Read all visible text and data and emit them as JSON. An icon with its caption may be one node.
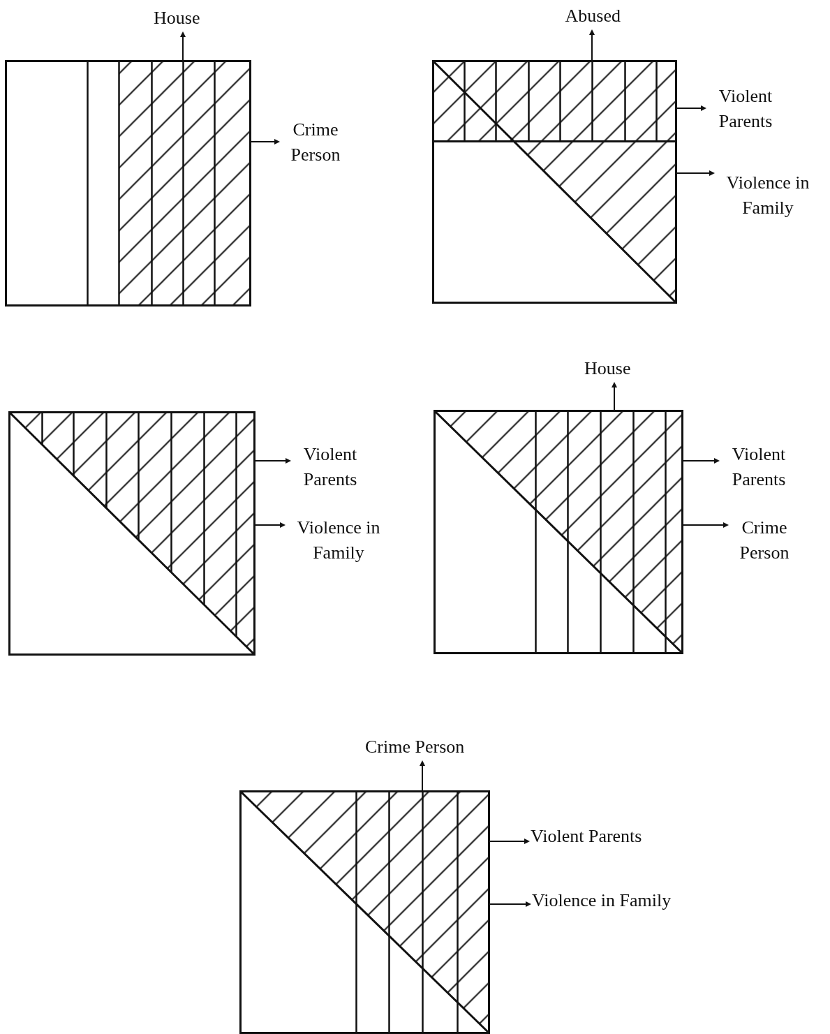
{
  "diagram": {
    "nodes": [
      {
        "text": [],
        "shape": "box"
      },
      {
        "text": [
          "House"
        ]
      },
      {
        "text": [
          "Crime Person"
        ]
      },
      {
        "text": [],
        "shape": "box"
      },
      {
        "text": [
          "Abused"
        ]
      },
      {
        "text": [
          "Violent Parents"
        ]
      },
      {
        "text": [
          "Violence in Family"
        ]
      },
      {
        "text": [],
        "shape": "box"
      },
      {
        "text": [
          "Violent Parents"
        ]
      },
      {
        "text": [
          "Violence in Family"
        ]
      },
      {
        "text": [],
        "shape": "box"
      },
      {
        "text": [
          "House"
        ]
      },
      {
        "text": [
          "Violent Parents"
        ]
      },
      {
        "text": [
          "Crime Person"
        ]
      },
      {
        "text": [],
        "shape": "box"
      },
      {
        "text": [
          "Crime Person"
        ]
      },
      {
        "text": [
          "Violent Parents"
        ]
      },
      {
        "text": [
          "Violence in Family"
        ]
      }
    ],
    "edges": [
      {
        "from": 0,
        "to": 1,
        "arrow": "to"
      },
      {
        "from": 0,
        "to": 2,
        "arrow": "to"
      },
      {
        "from": 3,
        "to": 4,
        "arrow": "to"
      },
      {
        "from": 3,
        "to": 5,
        "arrow": "to"
      },
      {
        "from": 3,
        "to": 6,
        "arrow": "to"
      },
      {
        "from": 7,
        "to": 8,
        "arrow": "to"
      },
      {
        "from": 7,
        "to": 9,
        "arrow": "to"
      },
      {
        "from": 10,
        "to": 11,
        "arrow": "to"
      },
      {
        "from": 10,
        "to": 12,
        "arrow": "to"
      },
      {
        "from": 10,
        "to": 13,
        "arrow": "to"
      },
      {
        "from": 14,
        "to": 15,
        "arrow": "to"
      },
      {
        "from": 14,
        "to": 16,
        "arrow": "to"
      },
      {
        "from": 14,
        "to": 17,
        "arrow": "to"
      }
    ]
  }
}
